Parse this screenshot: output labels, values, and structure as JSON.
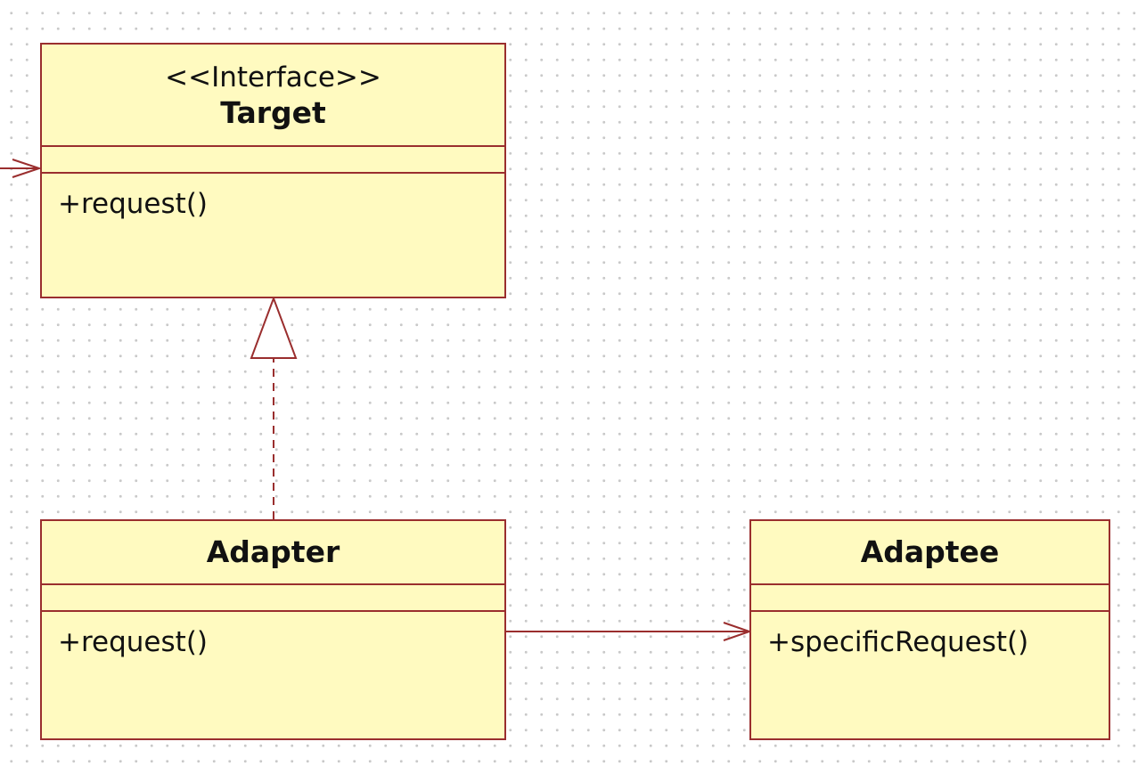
{
  "colors": {
    "class_fill": "#fffac0",
    "line": "#9a2e2e",
    "text": "#111111",
    "grid_dot": "#c9c9c9"
  },
  "classes": {
    "target": {
      "stereotype": "<<Interface>>",
      "name": "Target",
      "operations": [
        "+request()"
      ]
    },
    "adapter": {
      "name": "Adapter",
      "operations": [
        "+request()"
      ]
    },
    "adaptee": {
      "name": "Adaptee",
      "operations": [
        "+specificRequest()"
      ]
    }
  },
  "relationships": [
    {
      "type": "realization",
      "from": "Adapter",
      "to": "Target"
    },
    {
      "type": "association",
      "from": "Adapter",
      "to": "Adaptee"
    },
    {
      "type": "association",
      "from": "(off-canvas)",
      "to": "Target"
    }
  ]
}
